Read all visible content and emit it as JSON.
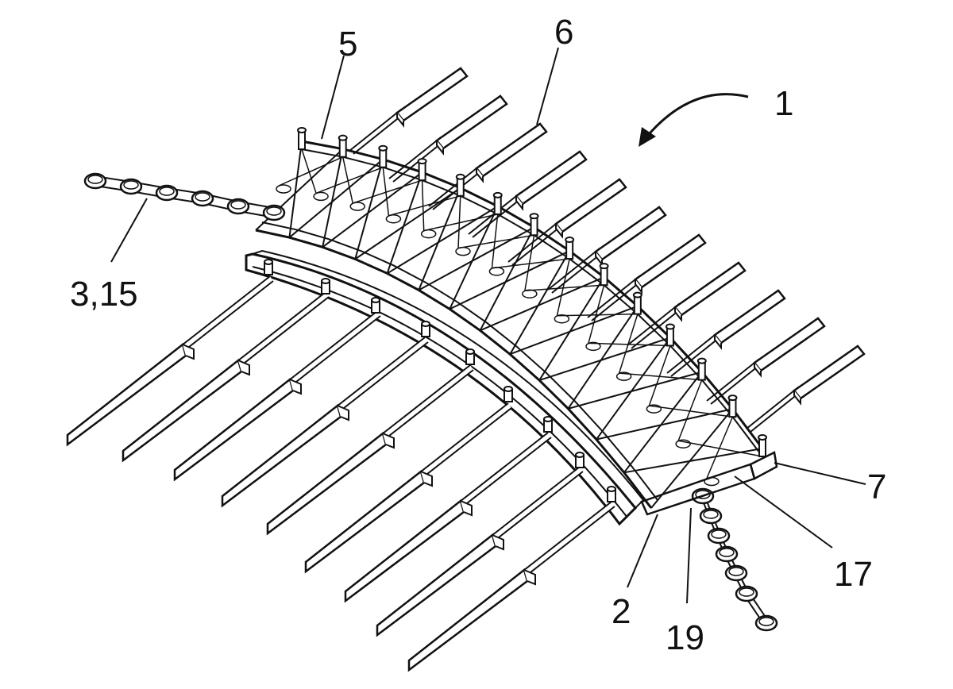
{
  "figure": {
    "type": "patent line drawing",
    "line_color": "#111111",
    "background_color": "#ffffff"
  },
  "labels": {
    "ref_1": "1",
    "ref_2": "2",
    "ref_5": "5",
    "ref_6": "6",
    "ref_7": "7",
    "ref_17": "17",
    "ref_19": "19",
    "ref_3_15": "3,15"
  },
  "parts": {
    "lower_slats": 9,
    "upper_slats": 11,
    "chain_left_links": 6,
    "chain_right_links": 7
  }
}
